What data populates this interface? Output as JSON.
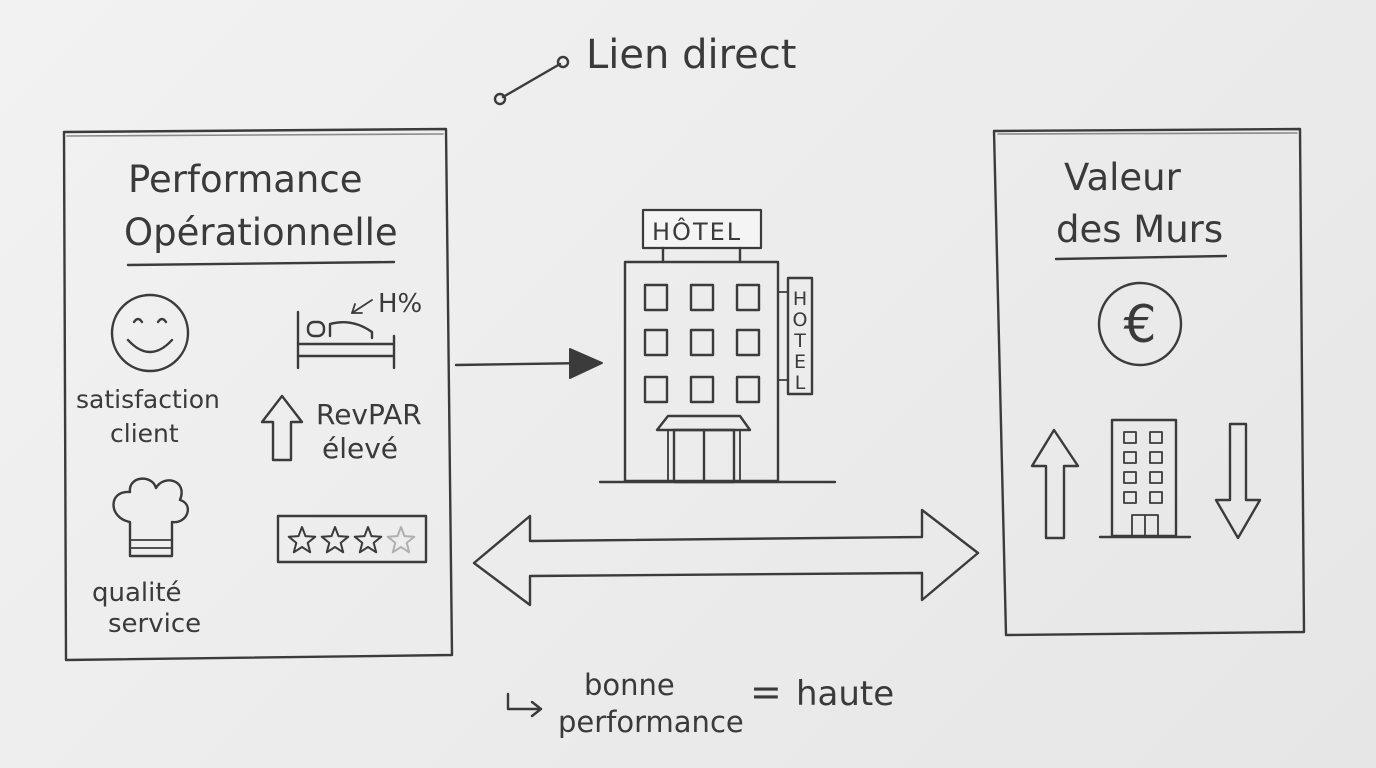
{
  "top_label": "Lien direct",
  "left_panel": {
    "title_line1": "Performance",
    "title_line2": "Opérationnelle",
    "items": {
      "satisfaction_line1": "satisfaction",
      "satisfaction_line2": "client",
      "occupancy": "H%",
      "revpar_line1": "RevPAR",
      "revpar_line2": "élevé",
      "quality_line1": "qualité",
      "quality_line2": "service",
      "rating_filled": 3,
      "rating_total": 4
    }
  },
  "hotel": {
    "roof_sign": "HÔTEL",
    "side_sign": "HOTEL"
  },
  "right_panel": {
    "title_line1": "Valeur",
    "title_line2": "des Murs",
    "currency_symbol": "€"
  },
  "bottom": {
    "line1": "bonne",
    "line2": "performance",
    "equals": "=",
    "result": "haute"
  }
}
